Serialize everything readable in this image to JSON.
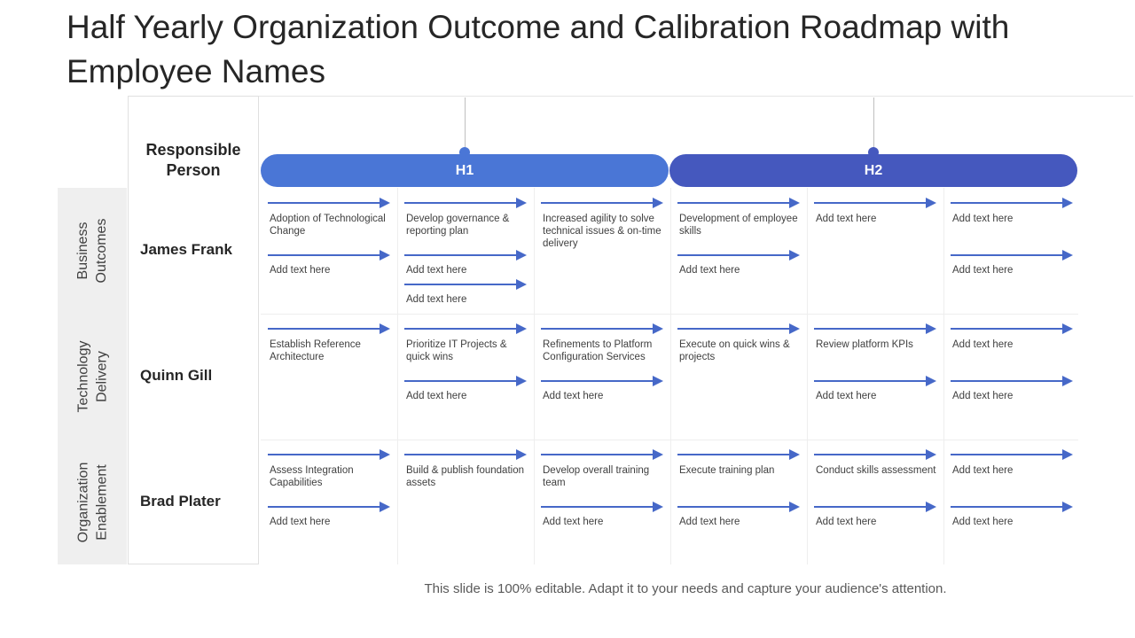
{
  "title": "Half Yearly Organization Outcome and Calibration Roadmap with Employee Names",
  "header": {
    "responsible_person": "Responsible Person",
    "phases": [
      {
        "label": "H1",
        "color": "#4a76d6"
      },
      {
        "label": "H2",
        "color": "#4558be"
      }
    ]
  },
  "colors": {
    "arrow": "#4668c8",
    "pill_h1": "#4a76d6",
    "pill_h2": "#4558be"
  },
  "rows": [
    {
      "category": "Business\nOutcomes",
      "person": "James Frank",
      "cells": [
        [
          "Adoption of Technological Change",
          "Add text here"
        ],
        [
          "Develop governance & reporting plan",
          "Add text here",
          "Add text here"
        ],
        [
          "Increased agility to solve technical issues & on-time delivery"
        ],
        [
          "Development of employee skills",
          "Add text here"
        ],
        [
          "Add text here"
        ],
        [
          "Add text here",
          "Add text here"
        ]
      ]
    },
    {
      "category": "Technology\nDelivery",
      "person": "Quinn Gill",
      "cells": [
        [
          "Establish Reference Architecture"
        ],
        [
          "Prioritize IT Projects & quick wins",
          "Add text here"
        ],
        [
          "Refinements to Platform Configuration Services",
          "Add text here"
        ],
        [
          "Execute  on quick wins & projects"
        ],
        [
          "Review platform KPIs",
          "Add text here"
        ],
        [
          "Add text here",
          "Add text here"
        ]
      ]
    },
    {
      "category": "Organization\nEnablement",
      "person": "Brad Plater",
      "cells": [
        [
          "Assess Integration Capabilities",
          "Add text here"
        ],
        [
          "Build & publish foundation assets"
        ],
        [
          "Develop overall training team",
          "Add text here"
        ],
        [
          "Execute training plan",
          "Add text here"
        ],
        [
          "Conduct skills assessment",
          "Add text here"
        ],
        [
          "Add text here",
          "Add text here"
        ]
      ]
    }
  ],
  "footer": "This slide is 100% editable. Adapt it to your needs and capture your audience's attention."
}
